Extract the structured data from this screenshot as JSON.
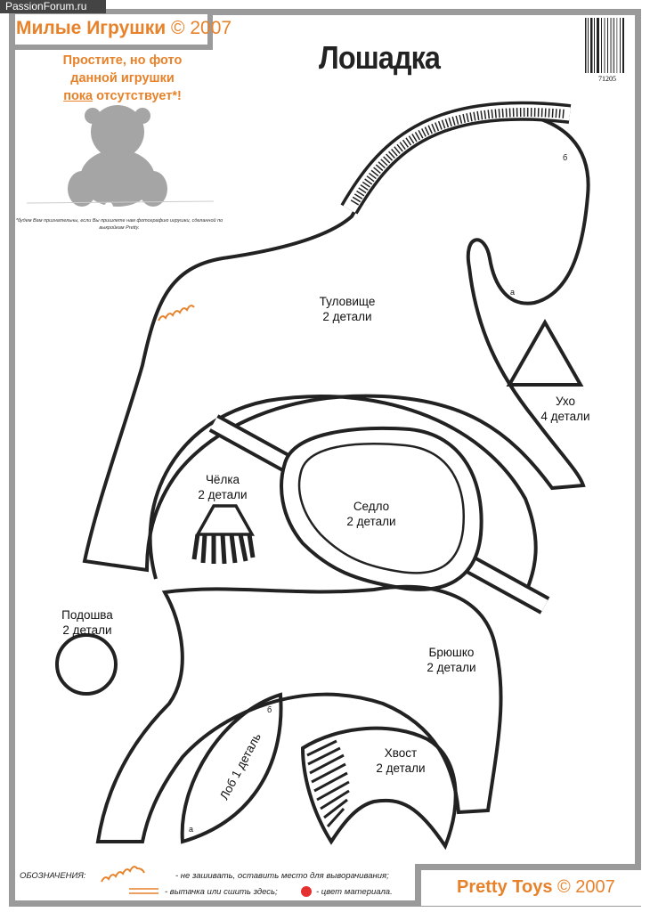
{
  "header": {
    "brand": "Милые Игрушки",
    "copyright": "© 2007"
  },
  "watermark": "PassionForum.ru",
  "apology": {
    "line1": "Простите, но фото",
    "line2": "данной игрушки",
    "line3_underlined": "пока",
    "line3_rest": " отсутствует*!"
  },
  "footnote": "*будем Вам признательны, если Вы пришлете нам фотографию игрушки, сделанной по выкройкам Pretty.",
  "title": "Лошадка",
  "barcode_number": "71205",
  "pieces": {
    "body": {
      "name": "Туловище",
      "count": "2 детали"
    },
    "ear": {
      "name": "Ухо",
      "count": "4 детали"
    },
    "forelock": {
      "name": "Чёлка",
      "count": "2 детали"
    },
    "saddle": {
      "name": "Седло",
      "count": "2 детали"
    },
    "sole": {
      "name": "Подошва",
      "count": "2 детали"
    },
    "belly": {
      "name": "Брюшко",
      "count": "2 детали"
    },
    "forehead": {
      "name": "Лоб 1 деталь"
    },
    "tail": {
      "name": "Хвост",
      "count": "2 детали"
    }
  },
  "marks": {
    "a": "а",
    "b": "б"
  },
  "legend": {
    "title": "ОБОЗНАЧЕНИЯ:",
    "opening": "- не зашивать, оставить место  для выворачивания;",
    "dart": "- вытачка или сшить здесь;",
    "color": "- цвет материала."
  },
  "footer": {
    "brand": "Pretty Toys",
    "copyright": "© 2007"
  },
  "colors": {
    "accent": "#e8822a",
    "frame": "#9a9a9a",
    "material": "#e53030"
  }
}
